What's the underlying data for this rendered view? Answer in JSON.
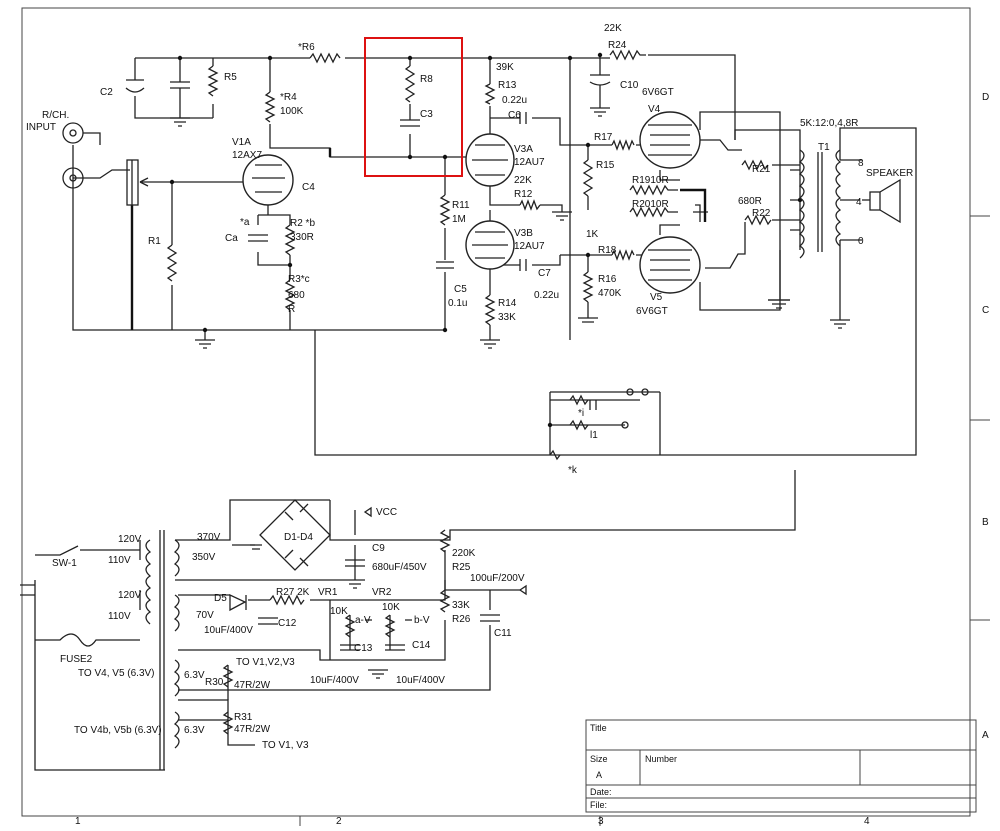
{
  "borders": {
    "right_letters": [
      "D",
      "C",
      "B",
      "A"
    ],
    "bottom_numbers": [
      "1",
      "2",
      "3",
      "4"
    ]
  },
  "title_block": {
    "title_label": "Title",
    "size_label": "Size",
    "size_value": "A",
    "number_label": "Number",
    "date_label": "Date:",
    "file_label": "File:"
  },
  "input": {
    "label1": "R/CH.",
    "label2": "INPUT"
  },
  "labels": {
    "r6": "*R6",
    "r5": "R5",
    "c2": "C2",
    "r4": "*R4",
    "r4v": "100K",
    "v1a": "V1A",
    "v1a_type": "12AX7",
    "c4": "C4",
    "ca_mark": "*a",
    "ca": "Ca",
    "r2": "R2 *b",
    "r2v": "330R",
    "r3": "R3*c",
    "r3v1": "680",
    "r3v2": "R",
    "r1": "R1",
    "r8": "R8",
    "c3": "C3",
    "r13v": "39K",
    "r13": "R13",
    "c6v": "0.22u",
    "c6": "C6",
    "v3a": "V3A",
    "v3a_type": "12AU7",
    "r12v": "22K",
    "r12": "R12",
    "r11": "R11",
    "r11v": "1M",
    "v3b": "V3B",
    "v3b_type": "12AU7",
    "c5": "C5",
    "c5v": "0.1u",
    "c7": "C7",
    "c7v": "0.22u",
    "r14": "R14",
    "r14v": "33K",
    "r24v": "22K",
    "r24": "R24",
    "c10": "C10",
    "v4_type": "6V6GT",
    "v4": "V4",
    "r17": "R17",
    "r15": "R15",
    "r15v": "1K",
    "r19": "R1910R",
    "r20": "R2010R",
    "r18": "R18",
    "r16": "R16",
    "r16v": "470K",
    "v5": "V5",
    "v5_type": "6V6GT",
    "r21": "R21",
    "r21v": "680R",
    "r22": "R22",
    "t1_ratio": "5K:12:0,4,8R",
    "t1": "T1",
    "speaker": "SPEAKER",
    "tap8": "8",
    "tap4": "4",
    "tap0": "0",
    "star_i": "*i",
    "l1": "l1",
    "star_k": "*k"
  },
  "power": {
    "sw1": "SW-1",
    "fuse2": "FUSE2",
    "p120a": "120V",
    "p110a": "110V",
    "p120b": "120V",
    "p110b": "110V",
    "s370": "370V",
    "s350": "350V",
    "bridge": "D1-D4",
    "vcc": "VCC",
    "c9": "C9",
    "c9v": "680uF/450V",
    "r25v": "220K",
    "r25": "R25",
    "c11v": "100uF/200V",
    "r26v": "33K",
    "r26": "R26",
    "c11": "C11",
    "d5": "D5",
    "s70": "70V",
    "r27": "R27 2K",
    "vr1": "VR1",
    "vr2": "VR2",
    "vr1v": "10K",
    "vr2v": "10K",
    "av": "a-V",
    "bv": "b-V",
    "c12v": "10uF/400V",
    "c12": "C12",
    "c13": "C13",
    "c14": "C14",
    "c13v": "10uF/400V",
    "c14v": "10uF/400V",
    "s63a": "6.3V",
    "s63b": "6.3V",
    "to_v123": "TO V1,V2,V3",
    "r30": "R30",
    "r30v": "47R/2W",
    "r31": "R31",
    "r31v": "47R/2W",
    "to_v13": "TO V1,  V3",
    "to_v45": "TO V4, V5 (6.3V)",
    "to_v45b": "TO V4b, V5b (6.3V)"
  }
}
